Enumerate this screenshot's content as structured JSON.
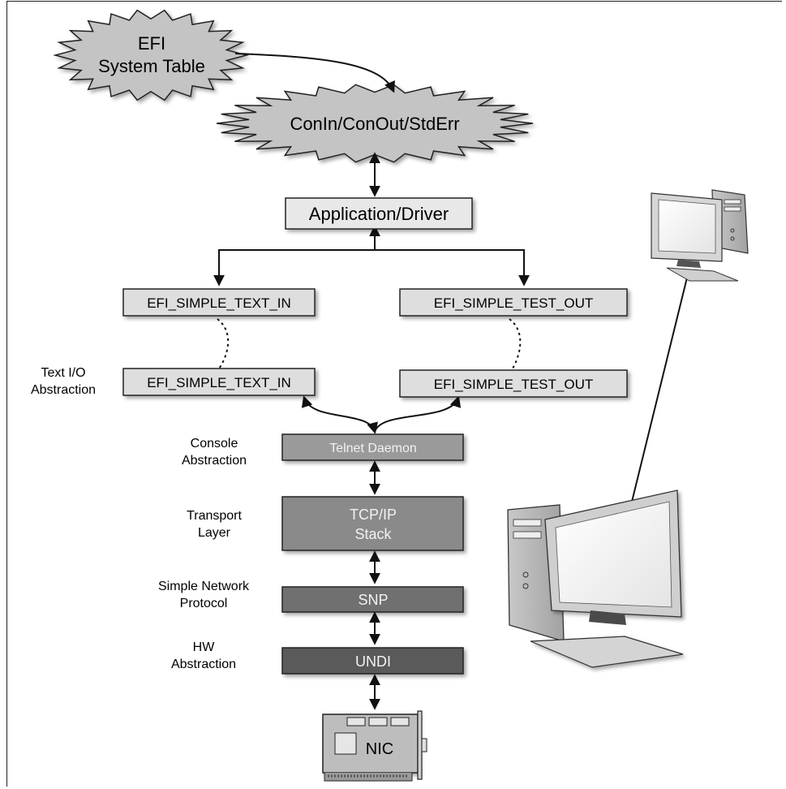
{
  "nodes": {
    "system_table_line1": "EFI",
    "system_table_line2": "System Table",
    "console_streams": "ConIn/ConOut/StdErr",
    "app_driver": "Application/Driver",
    "text_in_top": "EFI_SIMPLE_TEXT_IN",
    "text_out_top": "EFI_SIMPLE_TEST_OUT",
    "text_in_bottom": "EFI_SIMPLE_TEXT_IN",
    "text_out_bottom": "EFI_SIMPLE_TEST_OUT",
    "telnet": "Telnet Daemon",
    "tcpip_line1": "TCP/IP",
    "tcpip_line2": "Stack",
    "snp": "SNP",
    "undi": "UNDI",
    "nic": "NIC"
  },
  "layer_labels": {
    "text_io_line1": "Text I/O",
    "text_io_line2": "Abstraction",
    "console_line1": "Console",
    "console_line2": "Abstraction",
    "transport_line1": "Transport",
    "transport_line2": "Layer",
    "snp_line1": "Simple Network",
    "snp_line2": "Protocol",
    "hw_line1": "HW",
    "hw_line2": "Abstraction"
  },
  "colors": {
    "starburst": "#c4c4c4",
    "light_box": "#dedede",
    "telnet_box": "#9a9a9a",
    "tcpip_box": "#8a8a8a",
    "snp_box": "#6f6f6f",
    "undi_box": "#5a5a5a"
  },
  "icons": [
    "desktop-computer-icon",
    "desktop-computer-icon",
    "network-card-icon"
  ]
}
